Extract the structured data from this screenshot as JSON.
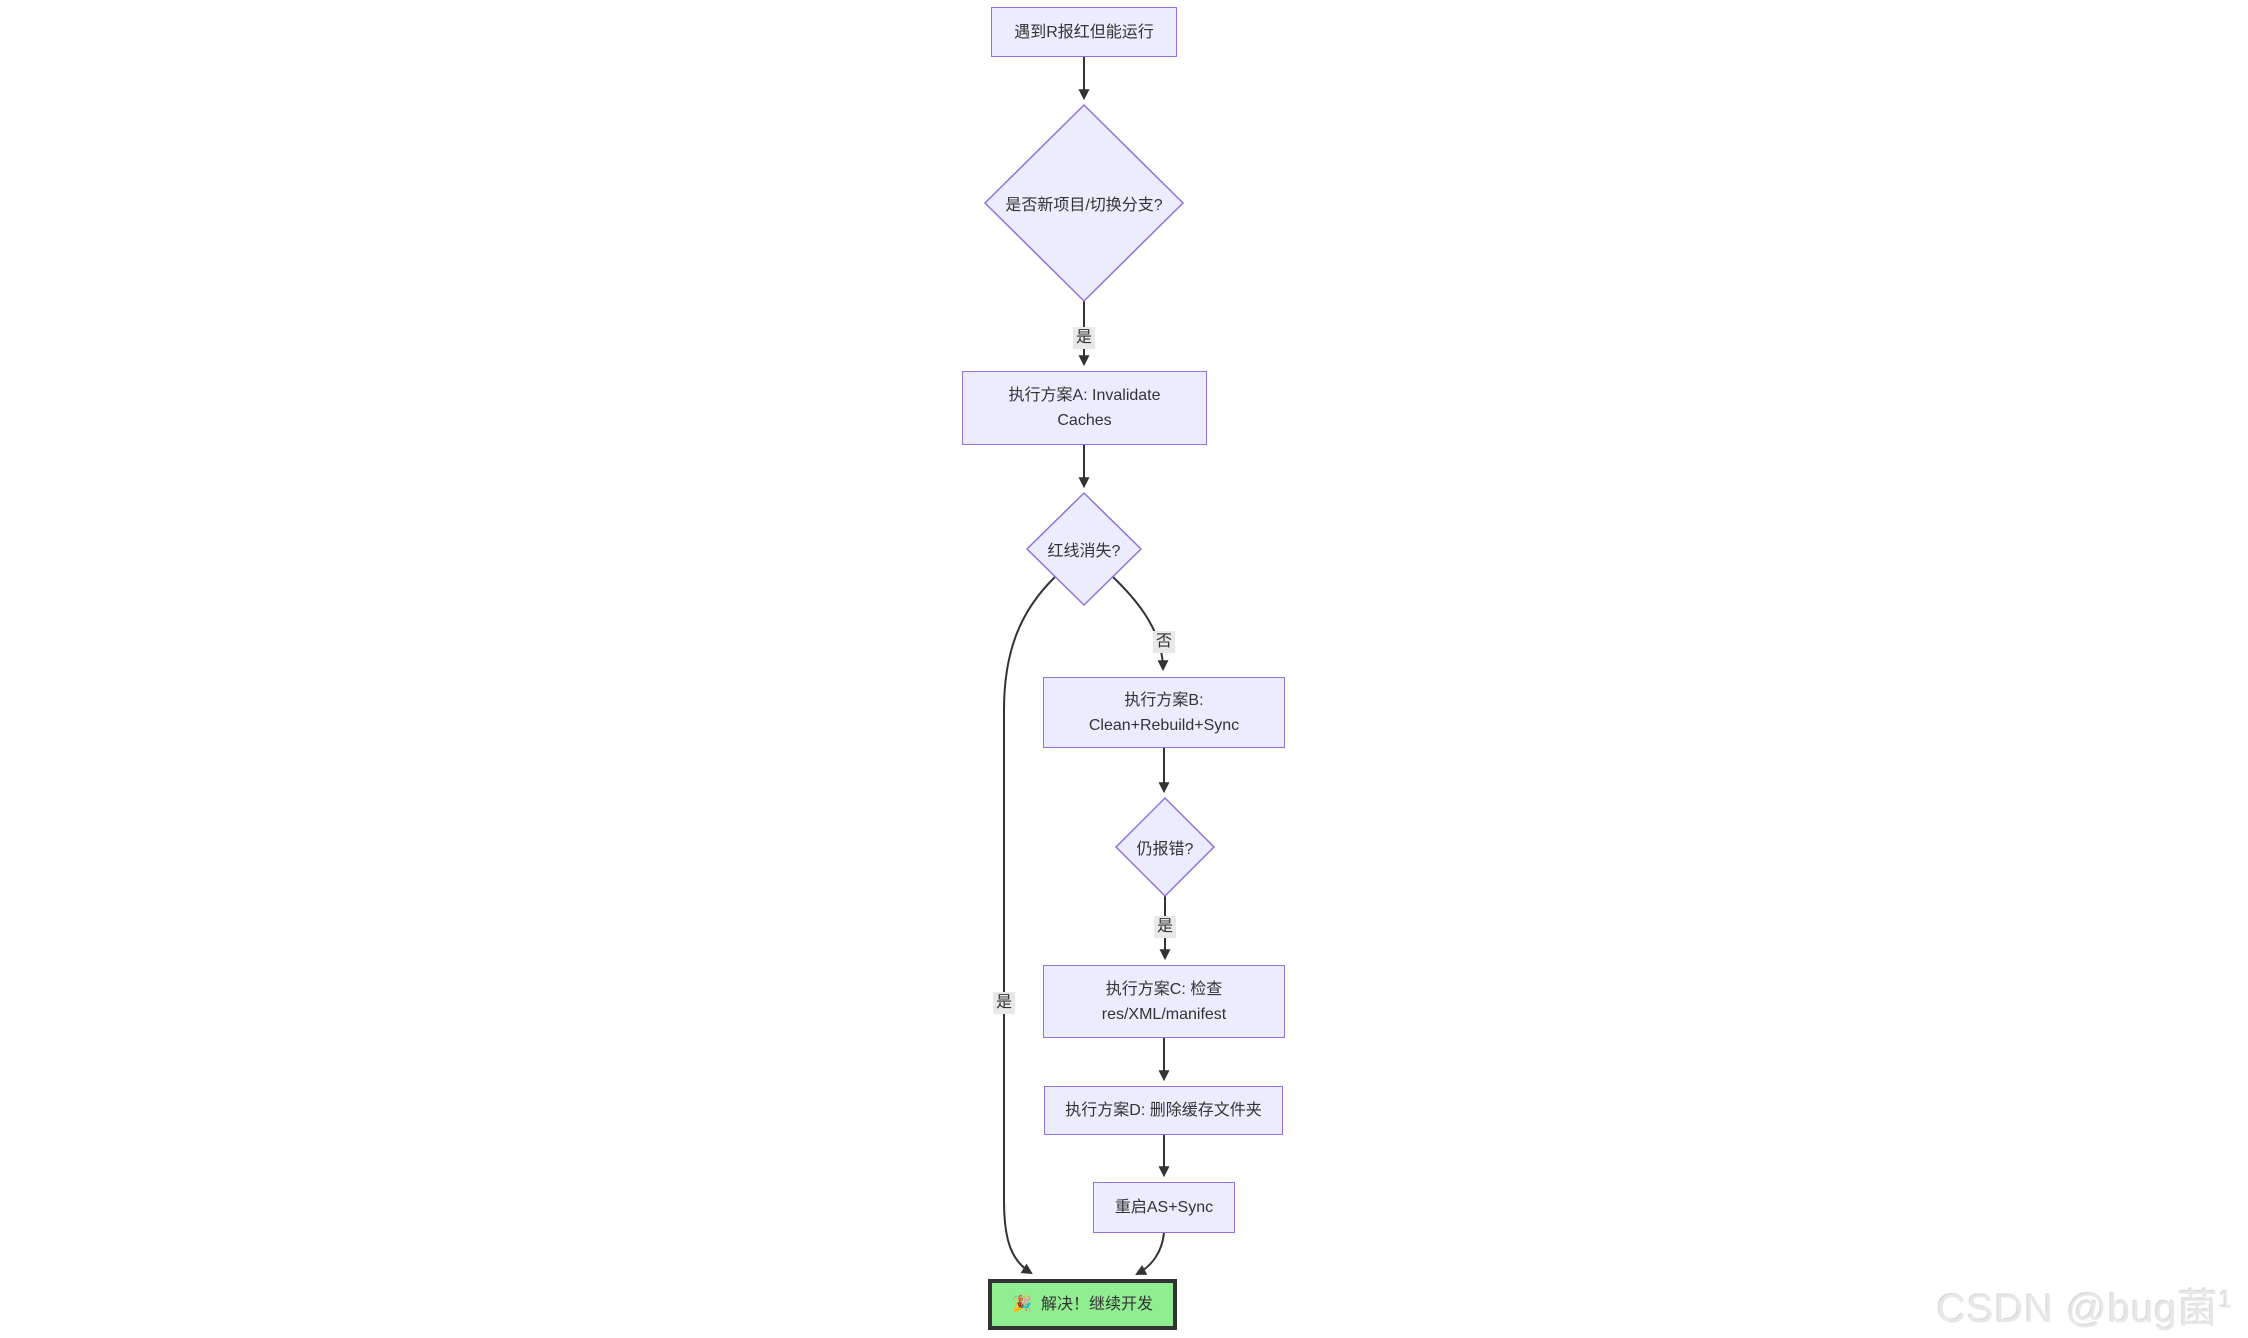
{
  "diagram": {
    "nodes": {
      "start": {
        "label": "遇到R报红但能运行"
      },
      "d1": {
        "label": "是否新项目/切换分支?"
      },
      "plan_a": {
        "label": "执行方案A: Invalidate\nCaches"
      },
      "d2": {
        "label": "红线消失?"
      },
      "plan_b": {
        "label": "执行方案B:\nClean+Rebuild+Sync"
      },
      "d3": {
        "label": "仍报错?"
      },
      "plan_c": {
        "label": "执行方案C: 检查\nres/XML/manifest"
      },
      "plan_d": {
        "label": "执行方案D: 删除缓存文件夹"
      },
      "restart": {
        "label": "重启AS+Sync"
      },
      "done": {
        "icon": "🎉",
        "label": "解决！继续开发"
      }
    },
    "edge_labels": {
      "yes1": "是",
      "no1": "否",
      "yes2": "是",
      "yes3": "是"
    },
    "colors": {
      "node_fill": "#ECECFF",
      "node_border": "#9370DB",
      "done_fill": "#90EE90",
      "done_border": "#333333",
      "edge": "#333333",
      "label_bg": "#e8e8e8",
      "text": "#333333"
    }
  },
  "watermark": {
    "text": "CSDN @bug菌",
    "superscript": "1"
  }
}
